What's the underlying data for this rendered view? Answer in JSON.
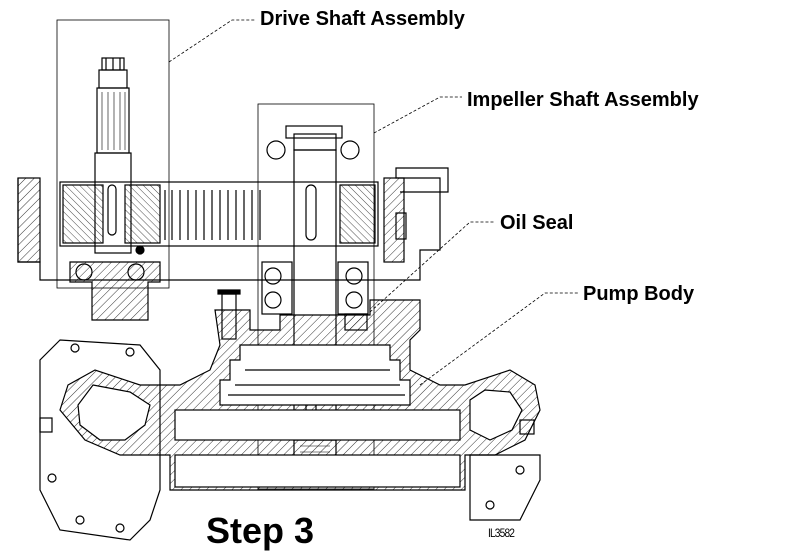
{
  "callouts": {
    "drive_shaft": "Drive Shaft Assembly",
    "impeller_shaft": "Impeller Shaft Assembly",
    "oil_seal": "Oil Seal",
    "pump_body": "Pump Body"
  },
  "step_title": "Step 3",
  "figure_id": "IL3582",
  "colors": {
    "line": "#000000",
    "background": "#ffffff"
  }
}
